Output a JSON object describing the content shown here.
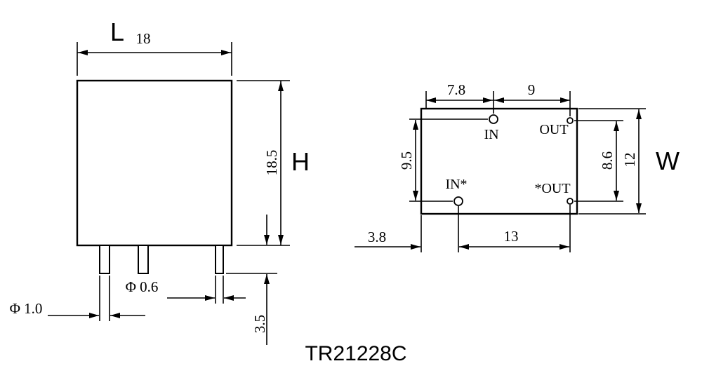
{
  "title": "TR21228C",
  "colors": {
    "line": "#000000",
    "background": "#ffffff"
  },
  "side_view": {
    "length_label": "L",
    "length_value": "18",
    "height_label": "H",
    "height_value": "18.5",
    "pin_length_value": "3.5",
    "pin_diameter_small_value": "Φ 0.6",
    "pin_diameter_large_value": "Φ 1.0"
  },
  "bottom_view": {
    "width_label": "W",
    "top_left_span_value": "7.8",
    "top_right_span_value": "9",
    "left_pitch_value": "9.5",
    "right_pitch_value": "8.6",
    "depth_value": "12",
    "edge_offset_value": "3.8",
    "bottom_span_value": "13",
    "pin_labels": {
      "in": "IN",
      "out": "OUT",
      "in_star": "IN*",
      "out_star": "*OUT"
    }
  }
}
